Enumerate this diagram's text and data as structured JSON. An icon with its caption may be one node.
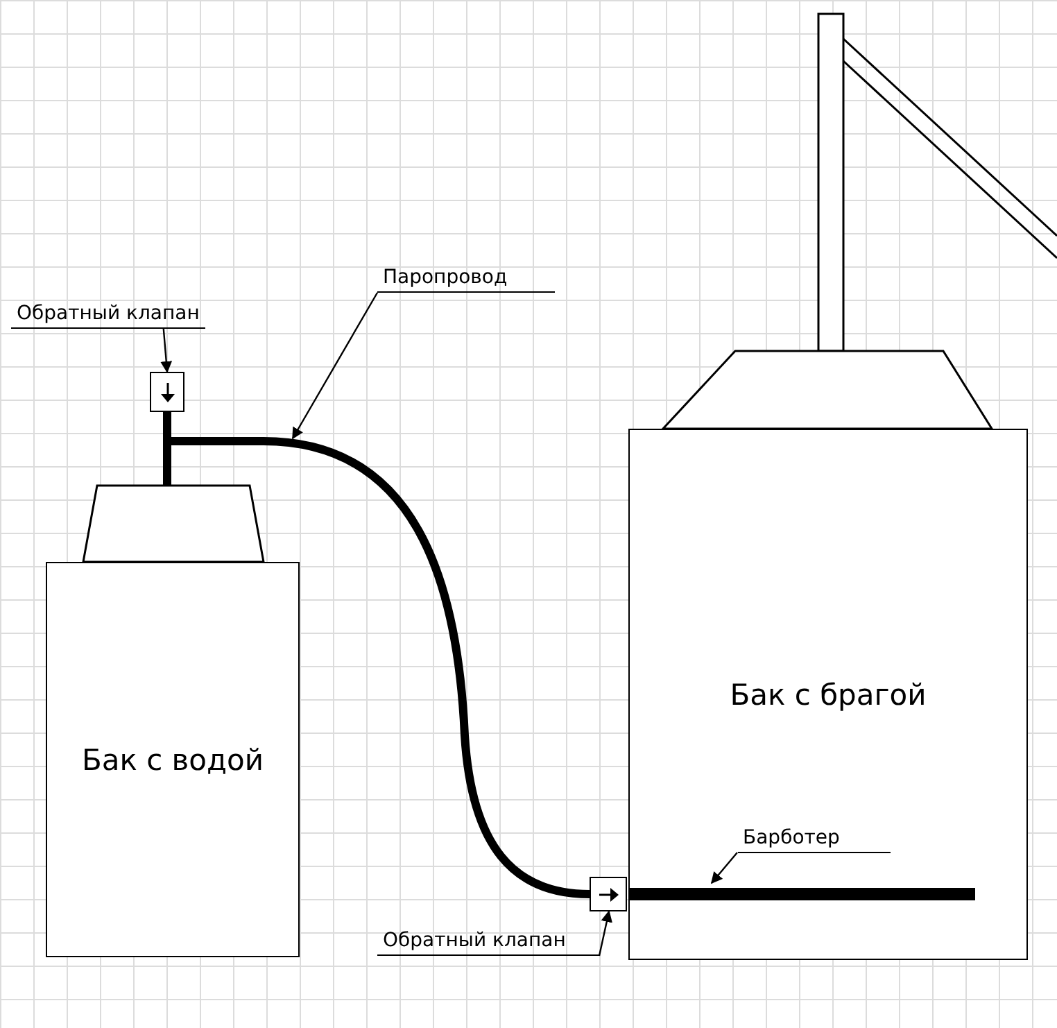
{
  "diagram": {
    "nodes": [
      {
        "text": [
          "Бак с водой"
        ]
      },
      {
        "text": [
          "Бак с брагой"
        ]
      },
      {
        "text": [
          "Обратный клапан"
        ]
      },
      {
        "text": [],
        "shape": "box"
      },
      {
        "text": [
          "Паропровод"
        ]
      },
      {
        "text": [
          "Обратный клапан"
        ]
      },
      {
        "text": [],
        "shape": "box"
      },
      {
        "text": [
          "Барботер"
        ],
        "in": 1
      },
      {
        "text": [],
        "shape": "bar",
        "in": 1
      }
    ],
    "edges": [
      {
        "from": 2,
        "to": 3,
        "arrow": "to"
      },
      {
        "from": 4,
        "to": null,
        "arrow": "to"
      },
      {
        "from": 5,
        "to": 6,
        "arrow": "to"
      },
      {
        "from": 7,
        "to": 8,
        "arrow": "to"
      },
      {
        "from": 3,
        "to": 6,
        "arrow": "none",
        "style": "thick"
      },
      {
        "from": 0,
        "to": 3,
        "arrow": "none",
        "style": "thick"
      }
    ]
  }
}
